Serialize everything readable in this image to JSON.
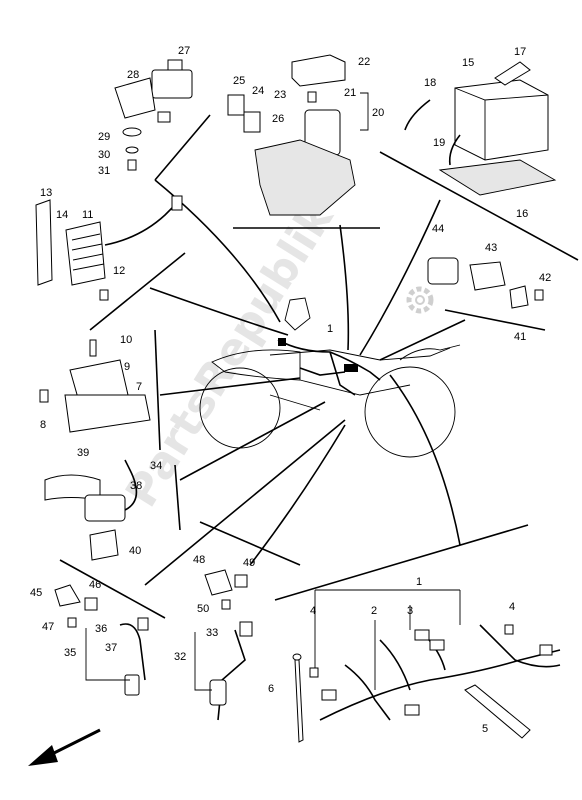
{
  "diagram": {
    "watermark": "PartsRepublik",
    "callouts": [
      "1",
      "2",
      "3",
      "4",
      "5",
      "6",
      "7",
      "8",
      "9",
      "10",
      "11",
      "12",
      "13",
      "14",
      "15",
      "16",
      "17",
      "18",
      "19",
      "20",
      "21",
      "22",
      "23",
      "24",
      "25",
      "26",
      "27",
      "28",
      "29",
      "30",
      "31",
      "32",
      "33",
      "34",
      "35",
      "36",
      "37",
      "38",
      "39",
      "40",
      "41",
      "42",
      "43",
      "44",
      "45",
      "46",
      "47",
      "48",
      "49",
      "50"
    ],
    "direction_indicator": "front-arrow-icon"
  }
}
